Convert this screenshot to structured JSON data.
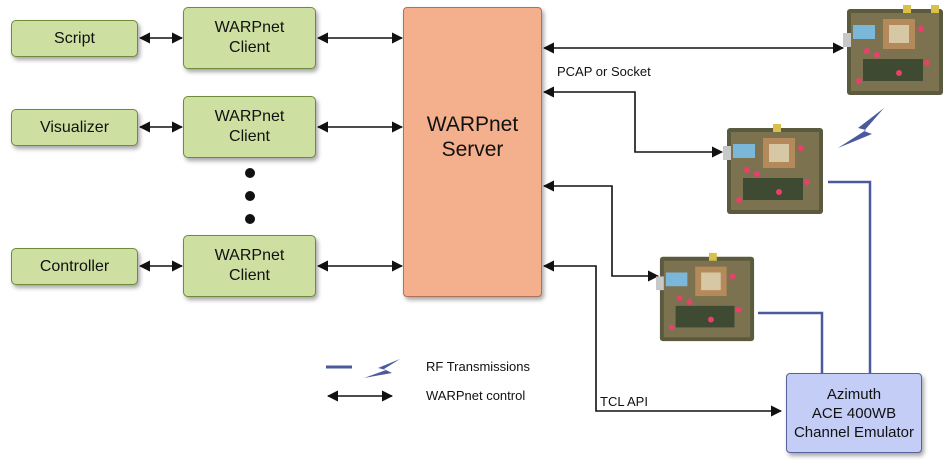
{
  "sources": [
    {
      "label": "Script"
    },
    {
      "label": "Visualizer"
    },
    {
      "label": "Controller"
    }
  ],
  "clients": [
    {
      "line1": "WARPnet",
      "line2": "Client"
    },
    {
      "line1": "WARPnet",
      "line2": "Client"
    },
    {
      "line1": "WARPnet",
      "line2": "Client"
    }
  ],
  "server": {
    "line1": "WARPnet",
    "line2": "Server"
  },
  "emulator": {
    "line1": "Azimuth",
    "line2": "ACE 400WB",
    "line3": "Channel Emulator"
  },
  "edge_labels": {
    "pcap": "PCAP or Socket",
    "tcl": "TCL API"
  },
  "legend": {
    "rf": "RF Transmissions",
    "control": "WARPnet control"
  },
  "colors": {
    "source_fill": "#cde0a1",
    "server_fill": "#f4b08c",
    "emulator_fill": "#c3cdf5",
    "rf_line": "#4a5a9c",
    "control_line": "#111111"
  },
  "icons": [
    "lightning-bolt-icon",
    "warp-board-image"
  ]
}
